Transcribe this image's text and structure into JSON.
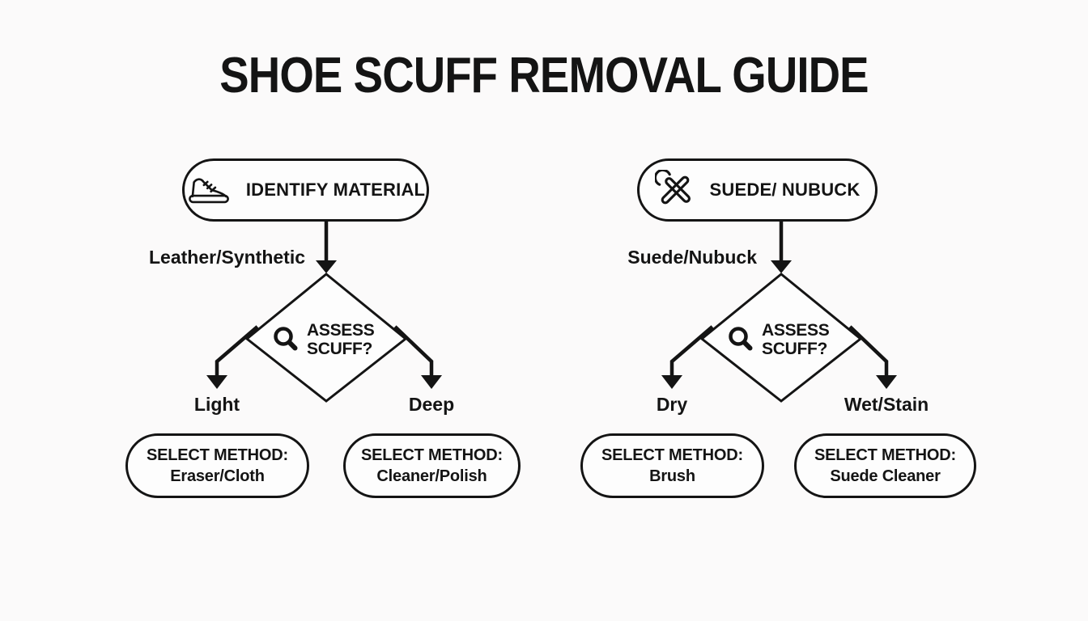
{
  "title": "SHOE SCUFF REMOVAL GUIDE",
  "colors": {
    "ink": "#141414",
    "background": "#fbfafa",
    "node_fill": "#fdfdfd"
  },
  "flowchart": {
    "left": {
      "start": {
        "icon": "sneaker-icon",
        "label": "IDENTIFY MATERIAL"
      },
      "branch_label": "Leather/Synthetic",
      "decision": {
        "icon": "magnifier-icon",
        "line1": "ASSESS",
        "line2": "SCUFF?"
      },
      "outcomes": [
        {
          "branch": "Light",
          "method_title": "SELECT METHOD:",
          "method": "Eraser/Cloth"
        },
        {
          "branch": "Deep",
          "method_title": "SELECT METHOD:",
          "method": "Cleaner/Polish"
        }
      ]
    },
    "right": {
      "start": {
        "icon": "tools-icon",
        "label": "SUEDE/ NUBUCK"
      },
      "branch_label": "Suede/Nubuck",
      "decision": {
        "icon": "magnifier-icon",
        "line1": "ASSESS",
        "line2": "SCUFF?"
      },
      "outcomes": [
        {
          "branch": "Dry",
          "method_title": "SELECT METHOD:",
          "method": "Brush"
        },
        {
          "branch": "Wet/Stain",
          "method_title": "SELECT METHOD:",
          "method": "Suede Cleaner"
        }
      ]
    }
  }
}
